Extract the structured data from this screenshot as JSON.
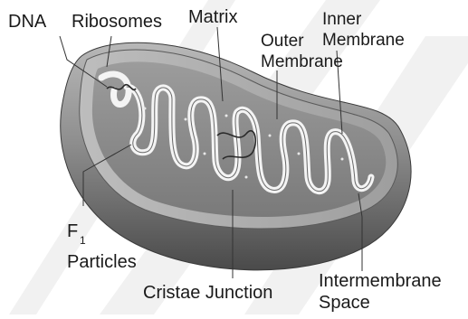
{
  "labels": {
    "dna": "DNA",
    "ribosomes": "Ribosomes",
    "matrix": "Matrix",
    "outer_line1": "Outer",
    "outer_line2": "Membrane",
    "inner_line1": "Inner",
    "inner_line2": "Membrane",
    "f_letter": "F",
    "f_subscript": "1",
    "f_particles": "Particles",
    "cristae_junction": "Cristae Junction",
    "intermembrane_line1": "Intermembrane",
    "intermembrane_line2": "Space"
  },
  "colors": {
    "outer_shell_light": "#a9a9a9",
    "outer_shell_dark": "#4f4f4f",
    "matrix_fill": "#9a9a9a",
    "inner_membrane": "#f2f2f2",
    "watermark": "#e6e6e6",
    "text": "#1a1a1a"
  }
}
